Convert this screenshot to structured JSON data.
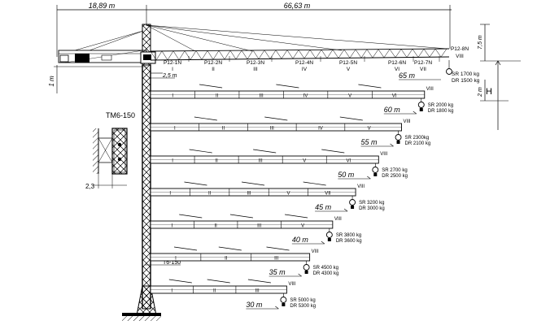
{
  "dimensions": {
    "counter_jib_length": "18,89 m",
    "jib_length": "66,63 m",
    "tower_top_height": "7,5 m",
    "base_offset": "1 m",
    "tip_clearance": "2 m",
    "height_symbol": "H",
    "section_pitch": "2,5 m",
    "side_offset": "2,3"
  },
  "jib_sections": [
    {
      "code": "P12-1N",
      "roman": "I"
    },
    {
      "code": "P12-2N",
      "roman": "II"
    },
    {
      "code": "P12-3N",
      "roman": "III"
    },
    {
      "code": "P12-4N",
      "roman": "IV"
    },
    {
      "code": "P12-5N",
      "roman": "V"
    },
    {
      "code": "P12-6N",
      "roman": "VI"
    },
    {
      "code": "P12-7N",
      "roman": "VII"
    },
    {
      "code": "P12-8N",
      "roman": "VIII"
    }
  ],
  "top_config": {
    "radius": "65 m",
    "sr": "SR  1700 kg",
    "dr": "DR  1500 kg"
  },
  "jib_configs": [
    {
      "radius": "60 m",
      "sr": "SR  2000 kg",
      "dr": "DR  1800 kg",
      "sections": [
        "I",
        "II",
        "III",
        "IV",
        "V",
        "VI"
      ],
      "tip": "VIII"
    },
    {
      "radius": "55 m",
      "sr": "SR  2300kg",
      "dr": "DR  2100 kg",
      "sections": [
        "I",
        "II",
        "III",
        "IV",
        "V"
      ],
      "tip": "VIII"
    },
    {
      "radius": "50 m",
      "sr": "SR  2700 kg",
      "dr": "DR  2500 kg",
      "sections": [
        "I",
        "II",
        "III",
        "V",
        "VI"
      ],
      "tip": "VIII"
    },
    {
      "radius": "45 m",
      "sr": "SR  3200 kg",
      "dr": "DR  3000 kg",
      "sections": [
        "I",
        "II",
        "III",
        "V",
        "VII"
      ],
      "tip": "VIII"
    },
    {
      "radius": "40 m",
      "sr": "SR  3800 kg",
      "dr": "DR  3600 kg",
      "sections": [
        "I",
        "II",
        "III",
        "V"
      ],
      "tip": "VIII"
    },
    {
      "radius": "35 m",
      "sr": "SR  4500 kg",
      "dr": "DR  4300 kg",
      "sections": [
        "I",
        "II",
        "III"
      ],
      "tip": "VIII"
    },
    {
      "radius": "30 m",
      "sr": "SR  5000 kg",
      "dr": "DR  5300 kg",
      "sections": [
        "I",
        "II",
        "III"
      ],
      "tip": "VIII"
    }
  ],
  "labels": {
    "tower_section_name": "TM6-150",
    "base_section_name": "T6-150"
  }
}
